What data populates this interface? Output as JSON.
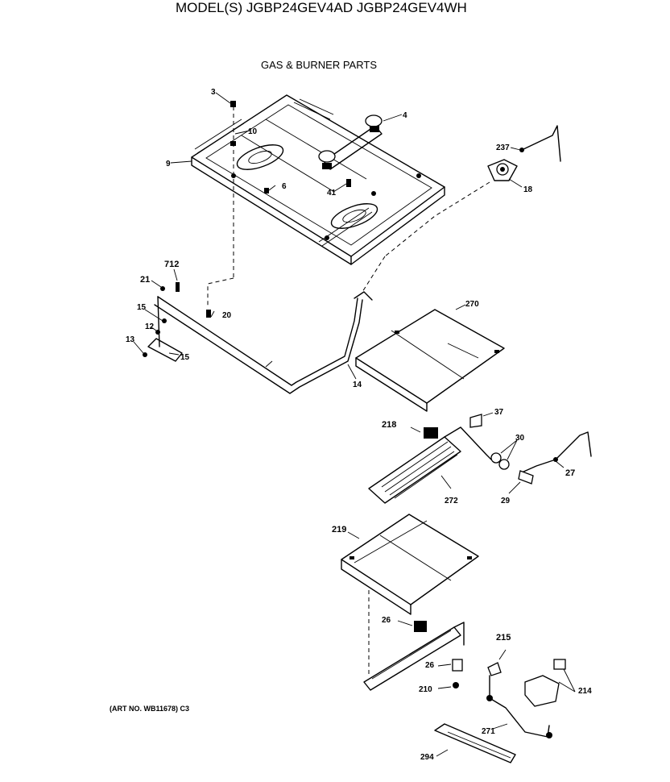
{
  "header": {
    "model_line": "MODEL(S) JGBP24GEV4AD  JGBP24GEV4WH",
    "section_title": "GAS & BURNER PARTS"
  },
  "footer": {
    "art_no": "(ART NO. WB11678) C3"
  },
  "callouts": {
    "c3": "3",
    "c4": "4",
    "c9": "9",
    "c10": "10",
    "c6": "6",
    "c41": "41",
    "c237": "237",
    "c18": "18",
    "c712": "712",
    "c21": "21",
    "c15a": "15",
    "c12": "12",
    "c13": "13",
    "c15b": "15",
    "c20": "20",
    "c270": "270",
    "c14": "14",
    "c218": "218",
    "c37": "37",
    "c30": "30",
    "c27": "27",
    "c272": "272",
    "c29": "29",
    "c219": "219",
    "c26a": "26",
    "c215": "215",
    "c26b": "26",
    "c210": "210",
    "c214": "214",
    "c271": "271",
    "c294": "294"
  }
}
